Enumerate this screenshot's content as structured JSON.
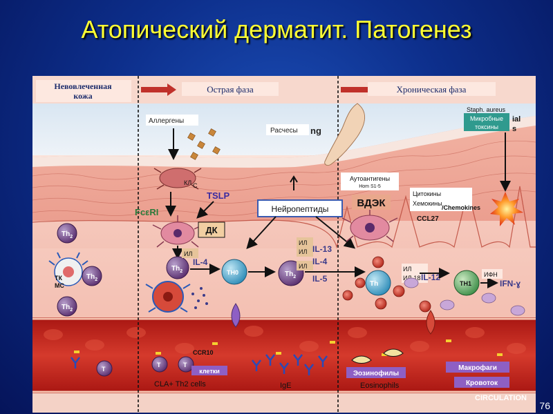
{
  "title": "Атопический дерматит. Патогенез",
  "page_number": "76",
  "phases": {
    "uninvolved": [
      "Невовлеченная",
      "кожа"
    ],
    "acute": "Острая фаза",
    "chronic": "Хроническая фаза"
  },
  "labels": {
    "allergens": "Аллергены",
    "scratching": "Расчесы",
    "scratching_en": "ng",
    "lc": "КЛ",
    "lc_en": "C",
    "tslp": "TSLP",
    "fceri": "FcεRI",
    "dc": "ДК",
    "neuropeptides": "Нейропептиды",
    "autoantigens": "Аутоантигены",
    "hom": "Hom S1-5",
    "vdek": "ВДЭК",
    "staph": "Staph. aureus",
    "microbial": [
      "Микробные",
      "токсины"
    ],
    "microbial_en": "ial",
    "microbial_en2": "s",
    "cytokines": [
      "Цитокины",
      "Хемокины"
    ],
    "chemokines_en": "/Chemokines",
    "ccl27": "CCL27",
    "tc": "ТК",
    "mc": "МС",
    "th2": "Th",
    "th2_sub": "2",
    "th0": "TH0",
    "th1": "TH1",
    "il_left": "ИЛ",
    "il4": "IL-4",
    "il_mid": [
      "ИЛ",
      "ИЛ"
    ],
    "il_mid2": "ИЛ",
    "il13": "IL-13",
    "il4b": "IL-4",
    "il5": "IL-5",
    "il_right": [
      "ИЛ",
      "ИЛ-18"
    ],
    "il12": "IL-12",
    "ifn_ru": "ИФН",
    "ifn": "IFN-ɣ",
    "ccr10": "CCR10",
    "cells": "клетки",
    "t": "T",
    "cla": "CLA+ Th2 cells",
    "ige": "IgE",
    "eos_ru": "Эозинофилы",
    "eos": "Eosinophils",
    "macrophages": "Макрофаги",
    "blood": "Кровоток",
    "circulation": "CIRCULATION"
  },
  "colors": {
    "title": "#ffff33",
    "background": "#0d2f8c",
    "skin": "#f3b6a6",
    "blood": "#c8241e",
    "arrow_red": "#c0302a",
    "purple_label": "#8e5fc4"
  }
}
